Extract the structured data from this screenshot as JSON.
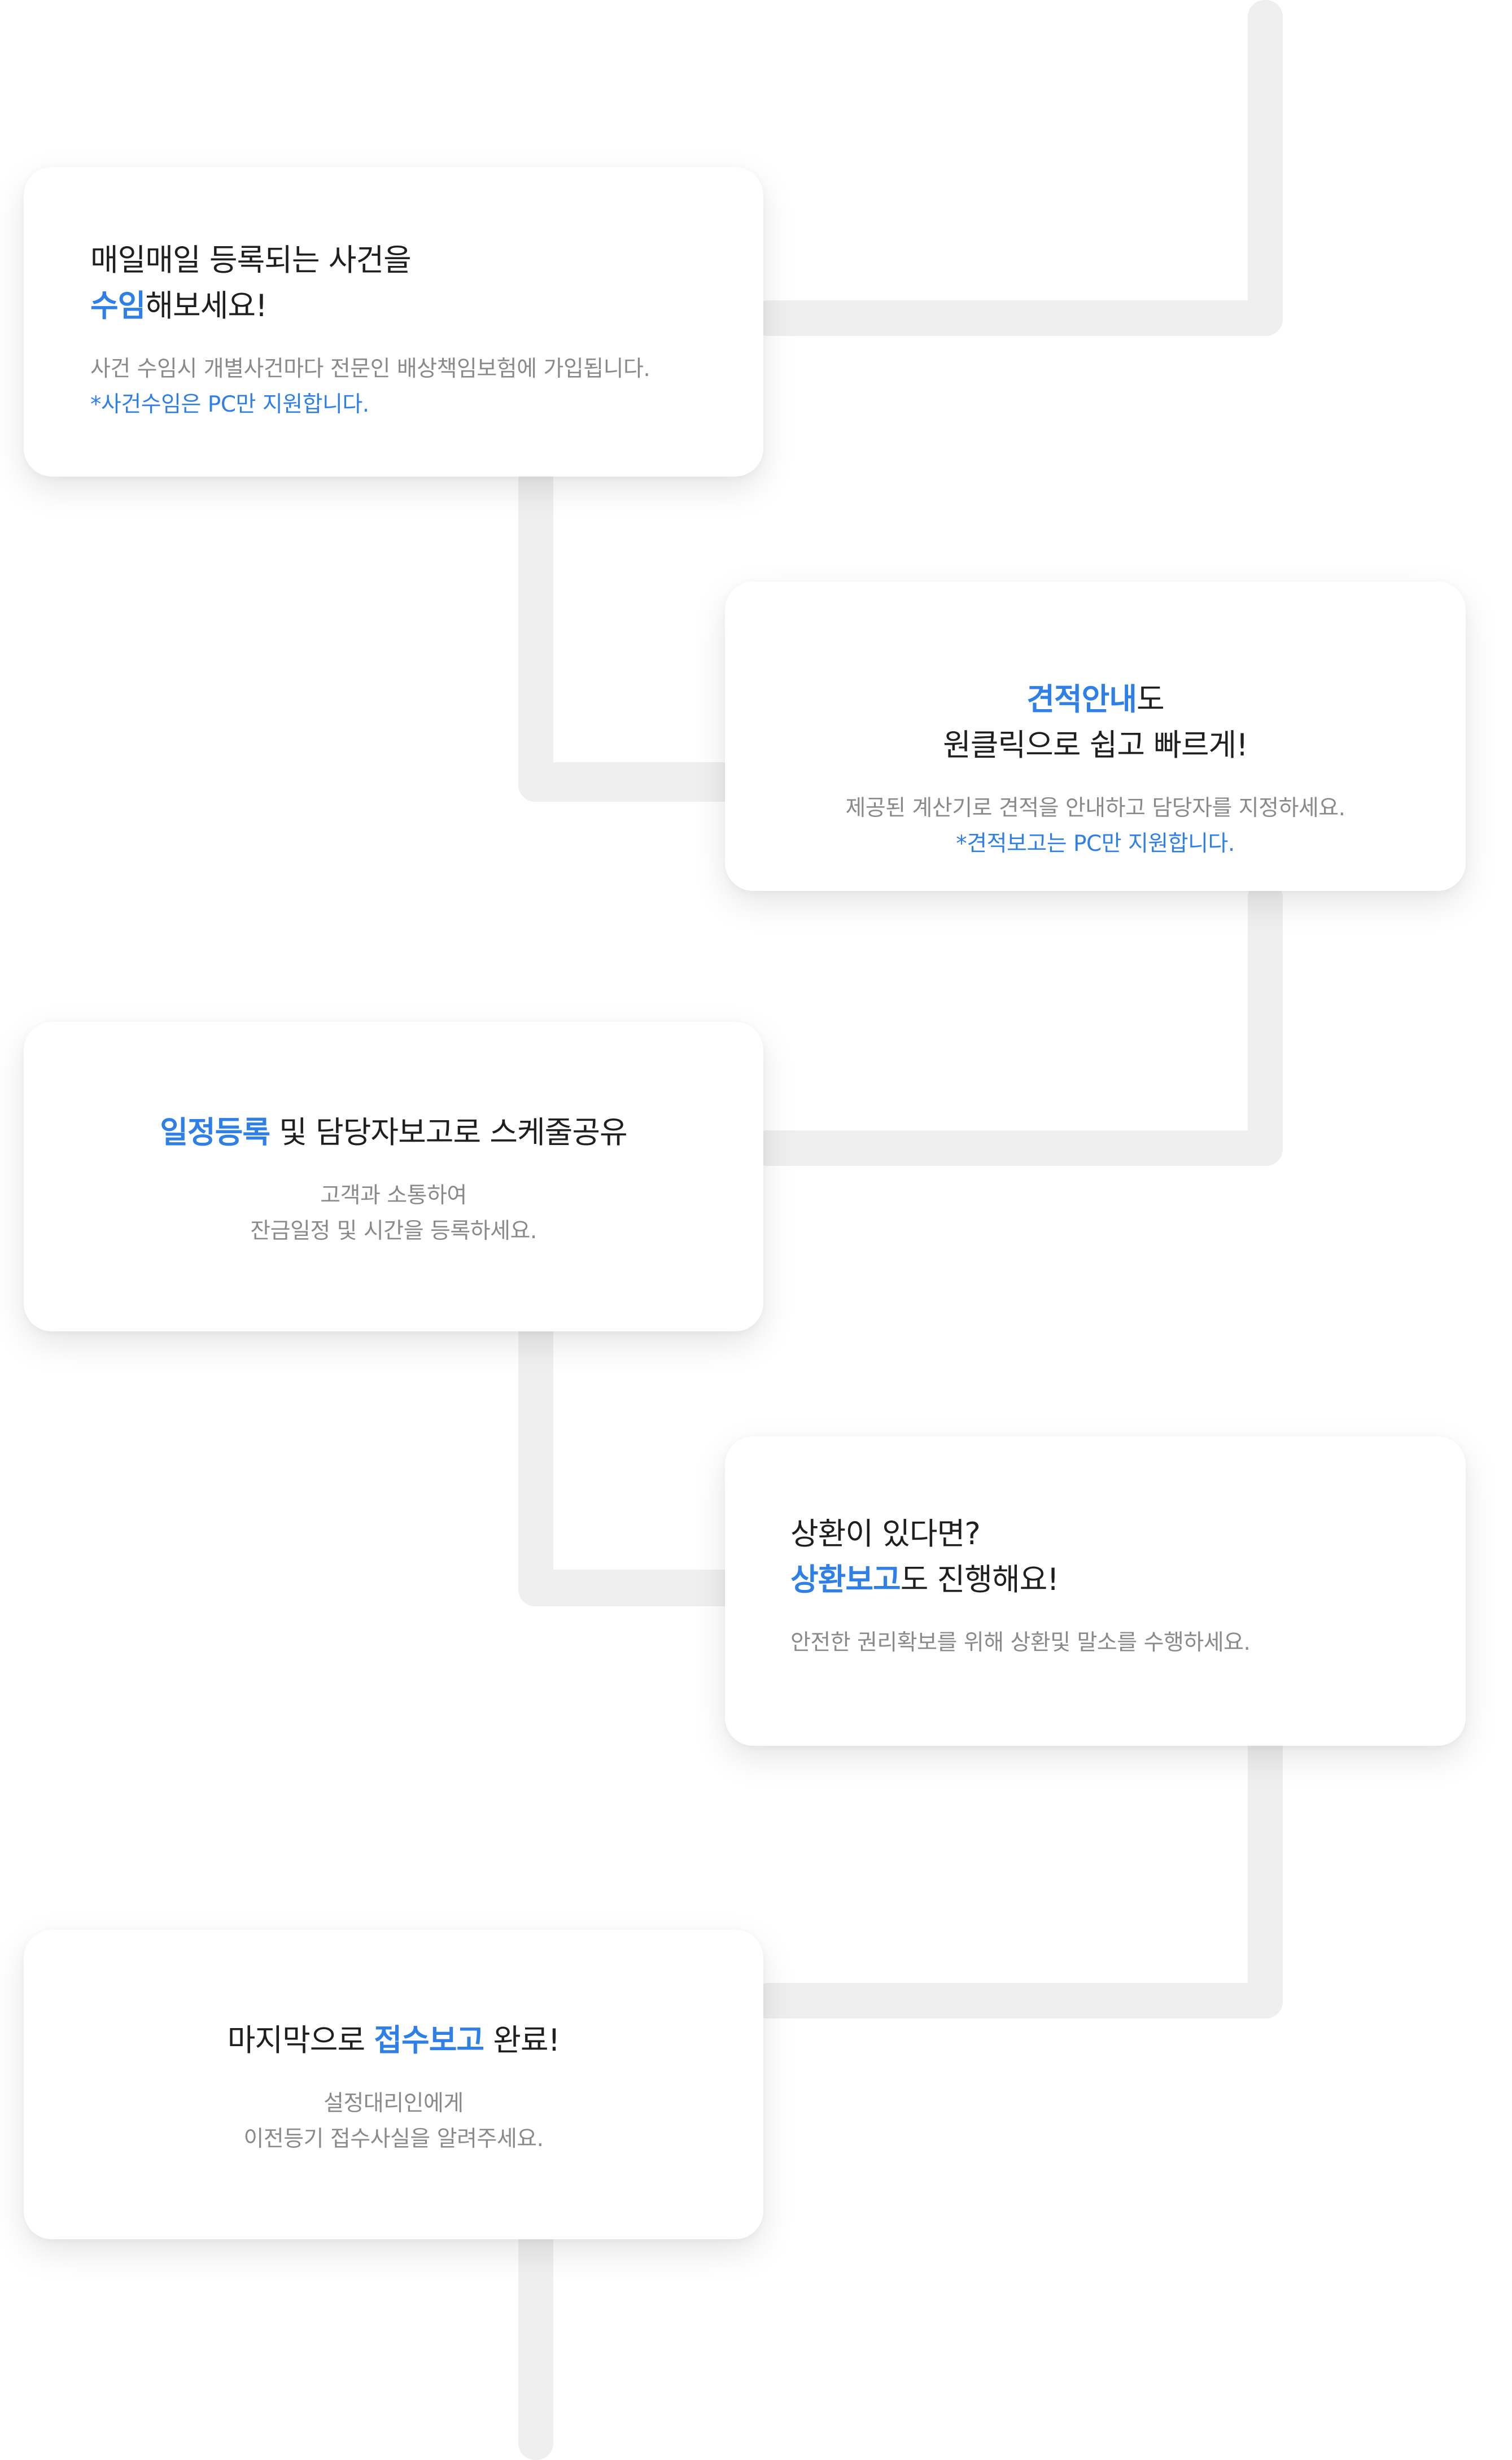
{
  "steps": [
    {
      "title_line1": "매일매일 등록되는 사건을",
      "title_highlight": "수임",
      "title_rest": "해보세요!",
      "desc_line1": "사건 수임시 개별사건마다 전문인 배상책임보험에 가입됩니다.",
      "note": "*사건수임은 PC만 지원합니다."
    },
    {
      "title_highlight": "견적안내",
      "title_rest": "도",
      "title_line2": "원클릭으로 쉽고 빠르게!",
      "desc_line1": "제공된 계산기로 견적을 안내하고 담당자를 지정하세요.",
      "note": "*견적보고는 PC만 지원합니다."
    },
    {
      "title_highlight": "일정등록",
      "title_rest": " 및 담당자보고로 스케줄공유",
      "desc_line1": "고객과 소통하여",
      "desc_line2": "잔금일정 및 시간을 등록하세요."
    },
    {
      "title_line1": "상환이 있다면?",
      "title_highlight": "상환보고",
      "title_rest": "도 진행해요!",
      "desc_line1": "안전한 권리확보를 위해 상환및 말소를 수행하세요."
    },
    {
      "title_prefix": "마지막으로 ",
      "title_highlight": "접수보고",
      "title_rest": " 완료!",
      "desc_line1": "설정대리인에게",
      "desc_line2": "이전등기 접수사실을 알려주세요."
    }
  ],
  "colors": {
    "highlight": "#2f7fe8",
    "connector": "#efefef",
    "text_dark": "#1f1f1f",
    "text_muted": "#8a8a8a"
  }
}
